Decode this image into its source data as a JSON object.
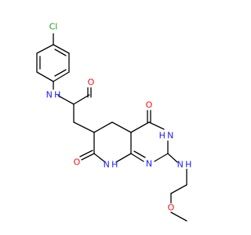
{
  "diagram": {
    "type": "chemical-structure",
    "colors": {
      "bond": "#000000",
      "carbon": "#000000",
      "nitrogen": "#1a1aff",
      "oxygen": "#ff0d0d",
      "chlorine": "#1fa01f"
    },
    "labels": {
      "cl": "Cl",
      "amide_nh": "N H",
      "amide_o": "O",
      "keto_o_top": "O",
      "nh_ring": "H N",
      "lactam_o": "O",
      "lactam_nh": "N H",
      "n_ring": "N",
      "side_nh": "N H",
      "ether_o": "O"
    }
  }
}
